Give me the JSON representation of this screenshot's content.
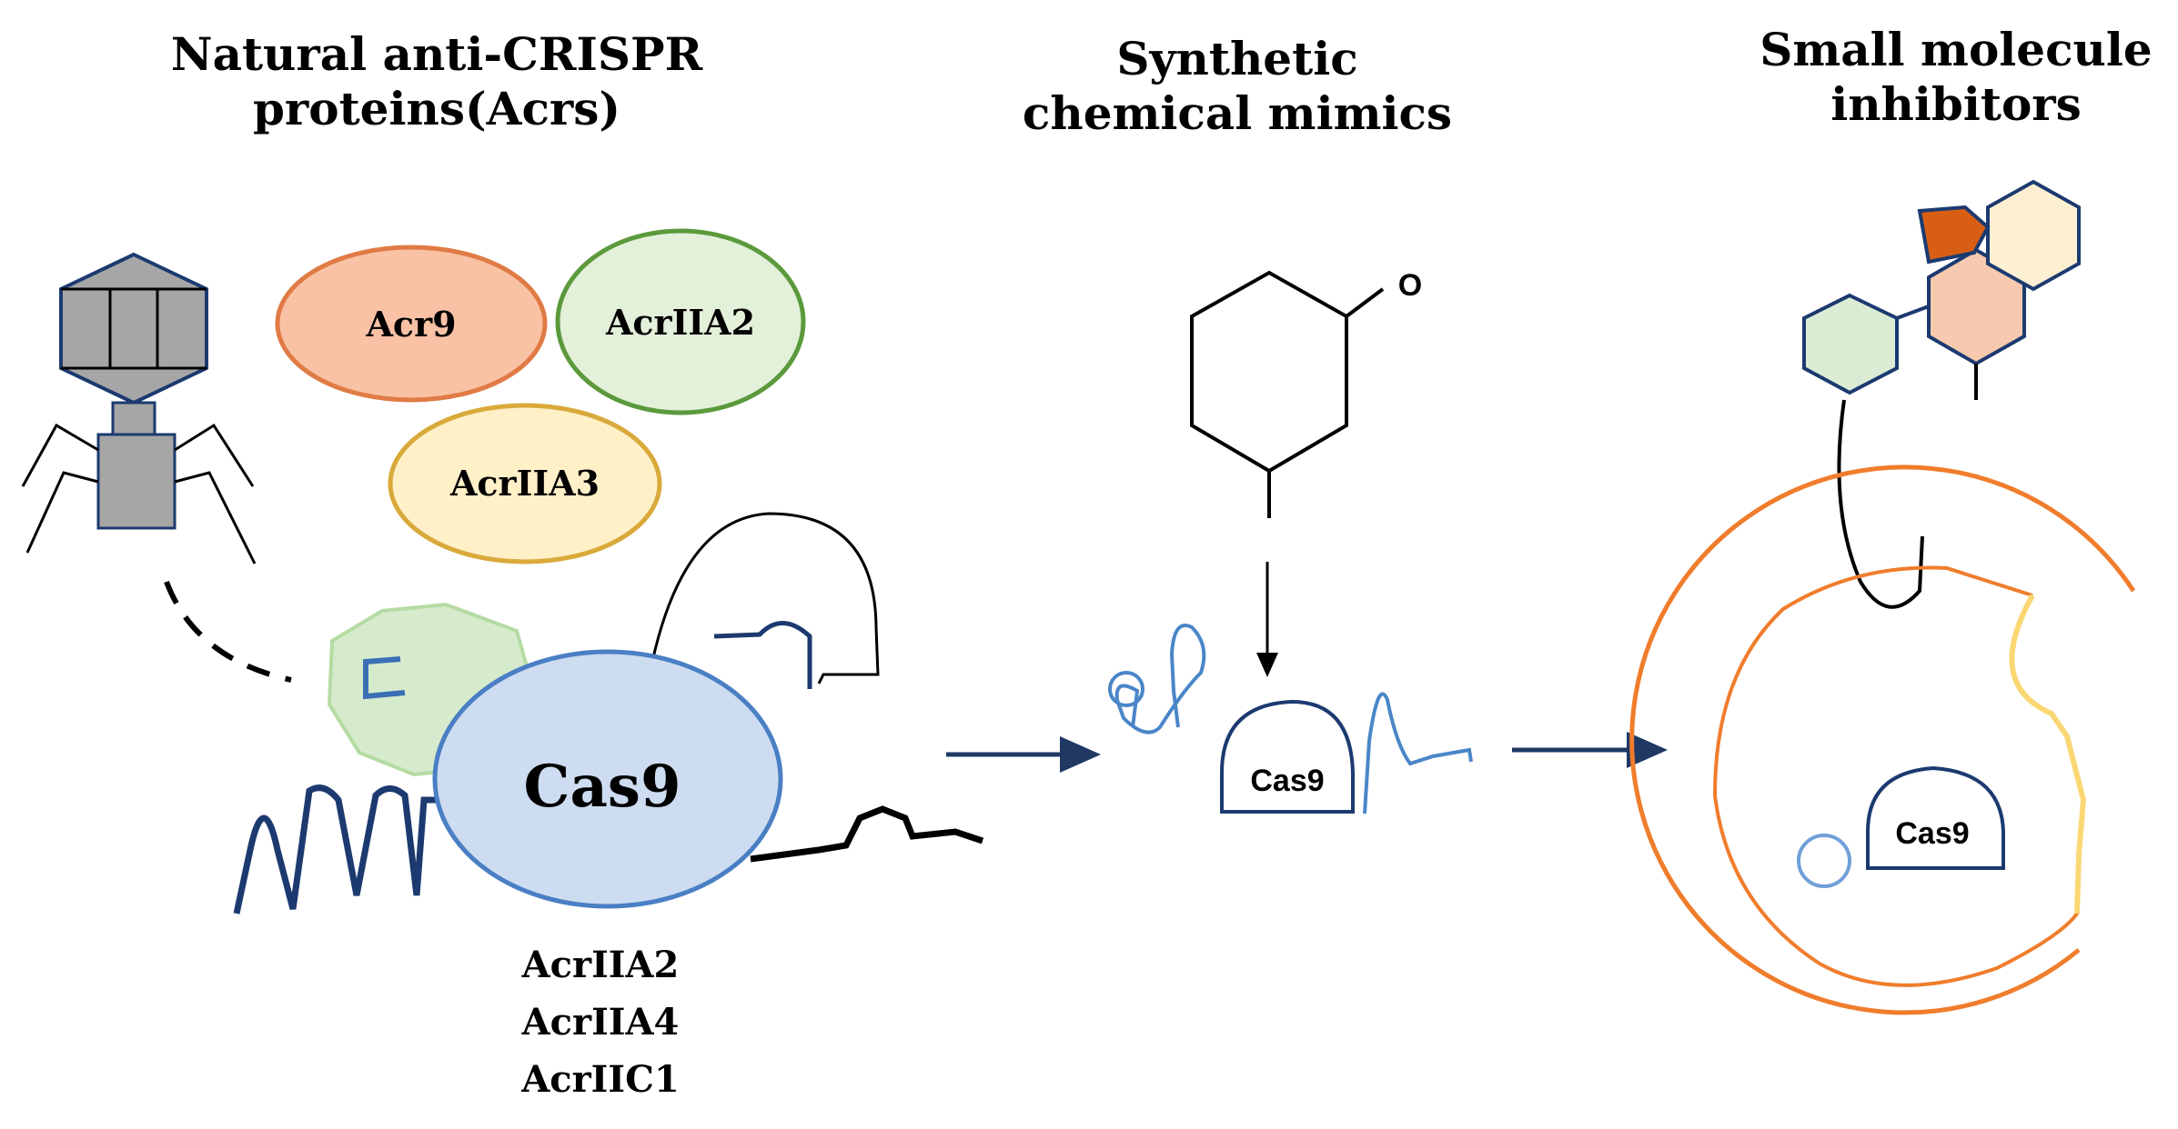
{
  "headings": {
    "natural": [
      "Natural anti-CRISPR",
      "proteins(Acrs)"
    ],
    "synthetic": [
      "Synthetic",
      "chemical mimics"
    ],
    "small_molecule": [
      "Small molecule",
      "inhibitors"
    ]
  },
  "ellipse_labels": {
    "acr9": "Acr9",
    "acriia2": "AcrIIA2",
    "acriia3": "AcrIIA3"
  },
  "cas9_labels": {
    "main": "Cas9",
    "synthetic": "Cas9",
    "cell": "Cas9"
  },
  "oxygen_label": "O",
  "acr_list": [
    "AcrIIA2",
    "AcrIIA4",
    "AcrIIC1"
  ],
  "colors": {
    "acr9_fill": "#f9c2a5",
    "acr9_stroke": "#e07b45",
    "acriia2_fill": "#e3f0da",
    "acriia2_stroke": "#5b9a3c",
    "acriia3_fill": "#fff0c8",
    "acriia3_stroke": "#d9a93a",
    "cas9_fill": "#cddcf0",
    "cas9_stroke": "#4a7fc4",
    "dna_dark": "#1c3a70",
    "arrow_navy": "#1f3864",
    "rna_blue": "#4a86c8",
    "phage_gray": "#a6a6a6",
    "membrane_orange": "#f07d2c",
    "membrane_yellow": "#fbd774",
    "hex_green": "#dbecd5",
    "hex_peach": "#f7c9ae",
    "hex_cream": "#fdf0d2",
    "hex_orange": "#d85e14"
  }
}
